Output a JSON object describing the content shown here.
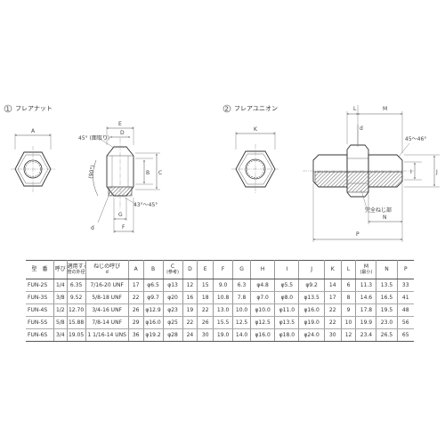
{
  "fig1": {
    "num": "①",
    "title": "フレアナット",
    "labels": {
      "A": "A",
      "B": "B",
      "C": "C",
      "D": "D",
      "E": "E",
      "F": "F",
      "G": "G",
      "d": "d",
      "angle1": "45° (面取り)",
      "angle2": "43°～45°",
      "angle3": "(90°)"
    }
  },
  "fig2": {
    "num": "②",
    "title": "フレアユニオン",
    "labels": {
      "K": "K",
      "L": "L",
      "M": "M",
      "N": "N",
      "J": "J",
      "I": "I",
      "P": "P",
      "d": "d",
      "angle": "45～46°",
      "note": "完全ねじ部"
    }
  },
  "table": {
    "headers": [
      {
        "main": "型　番"
      },
      {
        "main": "呼び"
      },
      {
        "main": "適用する",
        "sub1": "管の外径",
        "sub2": ""
      },
      {
        "main": "ねじの呼び",
        "sub1": "d"
      },
      {
        "main": "A"
      },
      {
        "main": "B"
      },
      {
        "main": "C",
        "sub1": "(参考)"
      },
      {
        "main": "D"
      },
      {
        "main": "E"
      },
      {
        "main": "F"
      },
      {
        "main": "G"
      },
      {
        "main": "H"
      },
      {
        "main": "I"
      },
      {
        "main": "J"
      },
      {
        "main": "K"
      },
      {
        "main": "L"
      },
      {
        "main": "M",
        "sub1": "(最小)"
      },
      {
        "main": "N"
      },
      {
        "main": "P"
      }
    ],
    "rows": [
      [
        "FUN-2S",
        "1/4",
        "6.35",
        "7/16-20 UNF",
        "17",
        "φ6.5",
        "φ13",
        "12",
        "15",
        "9.0",
        "6.3",
        "φ4.8",
        "φ5.5",
        "φ9.2",
        "14",
        "6",
        "11.3",
        "13.5",
        "33"
      ],
      [
        "FUN-3S",
        "3/8",
        "9.52",
        "5/8-18 UNF",
        "22",
        "φ9.7",
        "φ20",
        "16",
        "18",
        "10.8",
        "7.8",
        "φ7.0",
        "φ8.0",
        "φ13.5",
        "17",
        "8",
        "14.6",
        "16.5",
        "41"
      ],
      [
        "FUN-4S",
        "1/2",
        "12.70",
        "3/4-16 UNF",
        "26",
        "φ12.9",
        "φ23",
        "19",
        "22",
        "13.0",
        "10.0",
        "φ10.0",
        "φ11.0",
        "φ16.0",
        "22",
        "9",
        "17.8",
        "19.5",
        "48"
      ],
      [
        "FUN-5S",
        "5/8",
        "15.88",
        "7/8-14 UNF",
        "29",
        "φ16.0",
        "φ25",
        "22",
        "26",
        "15.5",
        "12.5",
        "φ12.5",
        "φ13.5",
        "φ19.0",
        "22",
        "10",
        "19.9",
        "23.0",
        "56"
      ],
      [
        "FUN-6S",
        "3/4",
        "19.05",
        "1 1/16-14 UNS",
        "36",
        "φ19.2",
        "φ28",
        "24",
        "30",
        "19.0",
        "14.0",
        "φ16.0",
        "φ18.0",
        "φ24.0",
        "30",
        "12",
        "23.4",
        "26.5",
        "65"
      ]
    ]
  }
}
